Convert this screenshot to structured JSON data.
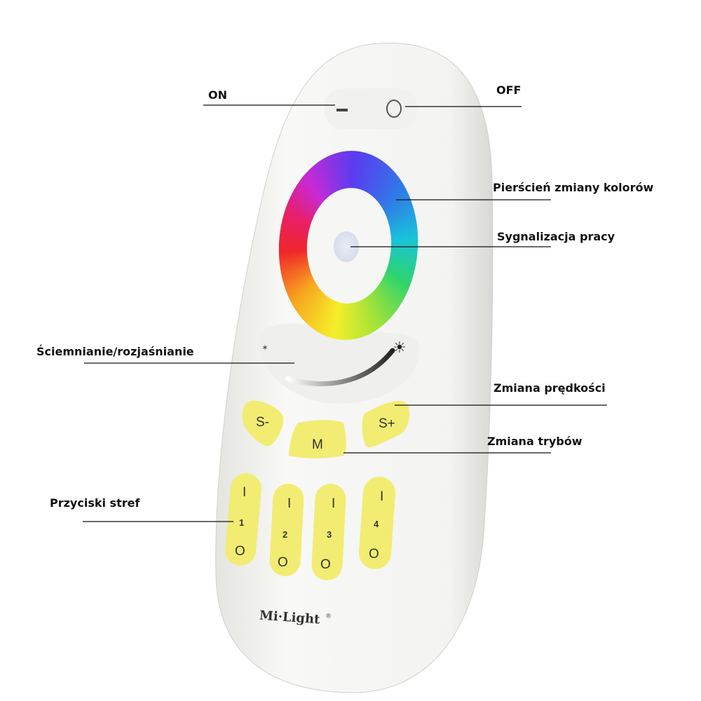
{
  "labels": {
    "on": "ON",
    "off": "OFF",
    "color_ring": "Pierścień zmiany kolorów",
    "status_led": "Sygnalizacja pracy",
    "dimming": "Ściemnianie/rozjaśnianie",
    "speed_change": "Zmiana prędkości",
    "mode_change": "Zmiana trybów",
    "zone_buttons": "Przyciski stref"
  },
  "remote": {
    "brand": "Mi·Light",
    "brand_mark": "®",
    "speed_minus": "S-",
    "speed_plus": "S+",
    "mode": "M",
    "zones": [
      {
        "on": "I",
        "number": "1",
        "off": "O"
      },
      {
        "on": "I",
        "number": "2",
        "off": "O"
      },
      {
        "on": "I",
        "number": "3",
        "off": "O"
      },
      {
        "on": "I",
        "number": "4",
        "off": "O"
      }
    ]
  }
}
